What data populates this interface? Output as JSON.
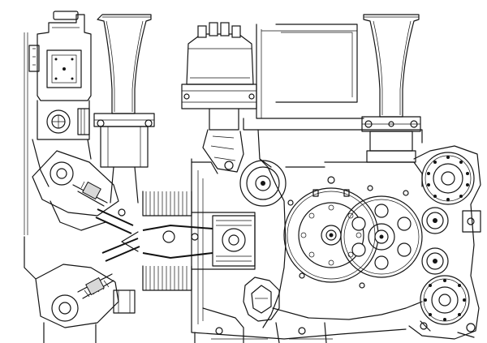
{
  "image": {
    "subject": "engine",
    "style": "technical line drawing",
    "colors": {
      "ink": "#141414",
      "paper": "#ffffff"
    },
    "parts": [
      "left-air-intake-trumpet",
      "right-air-intake-trumpet",
      "fuel-injection-pump",
      "ignition-distributor",
      "upper-cylinder-head",
      "lower-cylinder-head",
      "piston",
      "crankshaft-pulley",
      "main-timing-gear",
      "intermediate-gear",
      "accessory-gear",
      "exhaust-pipe",
      "crankcase-bottom"
    ]
  }
}
